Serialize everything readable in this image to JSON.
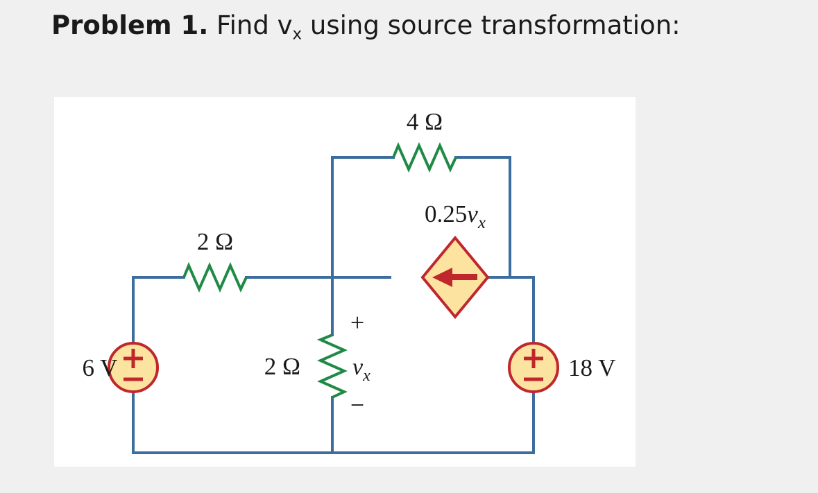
{
  "title": {
    "bold": "Problem 1.",
    "rest_before": " Find v",
    "subscript": "x",
    "rest_after": " using source transformation:"
  },
  "colors": {
    "background": "#f0f0f0",
    "canvas": "#ffffff",
    "wire": "#3d6d9e",
    "resistor": "#1f8a45",
    "source_fill": "#fce3a0",
    "source_stroke": "#c0272d",
    "source_symbol": "#c0272d",
    "text": "#1a1a1a"
  },
  "circuit": {
    "type": "schematic",
    "elements": [
      {
        "id": "source-6v",
        "kind": "independent-voltage-source",
        "label": "6 V",
        "polarity_top": "+",
        "polarity_bottom": "−",
        "shape": "circle"
      },
      {
        "id": "source-18v",
        "kind": "independent-voltage-source",
        "label": "18 V",
        "polarity_top": "+",
        "polarity_bottom": "−",
        "shape": "circle"
      },
      {
        "id": "resistor-2ohm-series",
        "kind": "resistor",
        "label": "2 Ω",
        "orientation": "horizontal"
      },
      {
        "id": "resistor-2ohm-shunt",
        "kind": "resistor",
        "label": "2 Ω",
        "orientation": "vertical",
        "voltage_label": "v",
        "voltage_subscript": "x",
        "plus": "+",
        "minus": "−"
      },
      {
        "id": "resistor-4ohm",
        "kind": "resistor",
        "label": "4 Ω",
        "orientation": "horizontal"
      },
      {
        "id": "dependent-current-source",
        "kind": "dependent-current-source",
        "label_coefficient": "0.25",
        "label_variable": "v",
        "label_subscript": "x",
        "shape": "diamond",
        "arrow_direction": "left"
      }
    ]
  }
}
